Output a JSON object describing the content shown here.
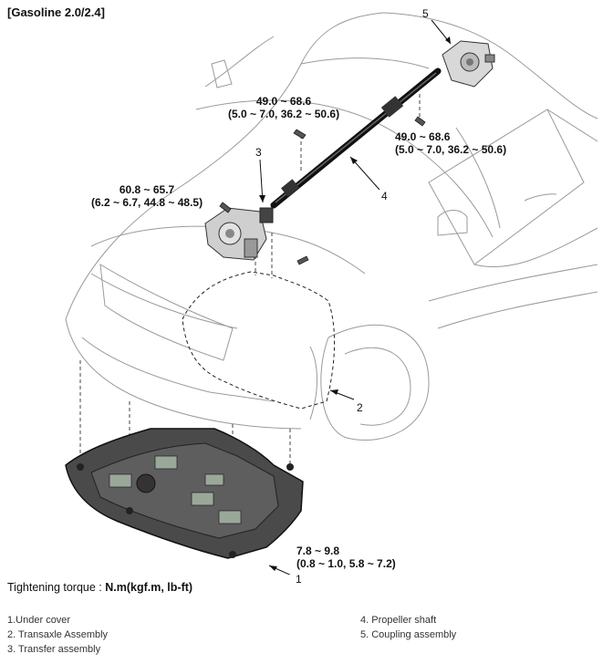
{
  "header": "[Gasoline 2.0/2.4]",
  "callouts": [
    "1",
    "2",
    "3",
    "4",
    "5"
  ],
  "torques": {
    "t1": {
      "nm": "49.0 ~ 68.6",
      "alt": "(5.0 ~ 7.0, 36.2 ~ 50.6)"
    },
    "t2": {
      "nm": "49.0 ~ 68.6",
      "alt": "(5.0 ~ 7.0, 36.2 ~ 50.6)"
    },
    "t3": {
      "nm": "60.8 ~ 65.7",
      "alt": "(6.2 ~ 6.7, 44.8 ~ 48.5)"
    },
    "t4": {
      "nm": "7.8 ~ 9.8",
      "alt": "(0.8 ~ 1.0, 5.8 ~ 7.2)"
    }
  },
  "caption": {
    "prefix": "Tightening torque : ",
    "unit": "N.m(kgf.m, lb-ft)"
  },
  "legend": [
    "1.Under cover",
    "2. Transaxle Assembly",
    "3. Transfer assembly",
    "4. Propeller shaft",
    "5. Coupling assembly"
  ]
}
